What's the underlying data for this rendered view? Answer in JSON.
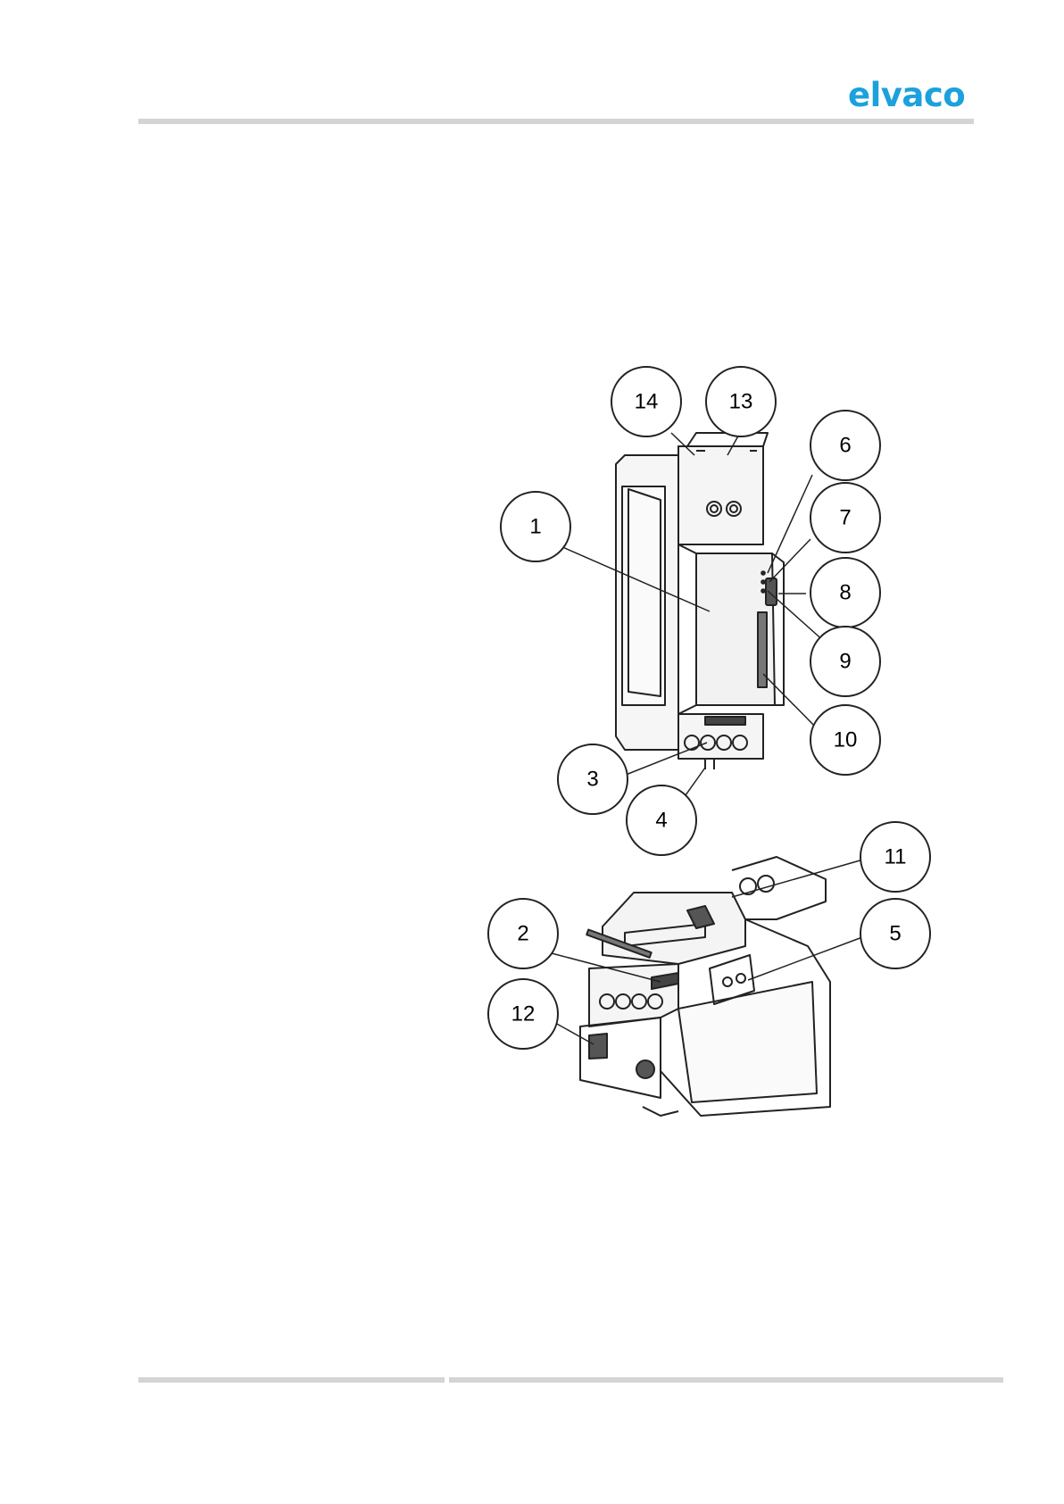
{
  "header": {
    "logo_text": "elvaco",
    "logo_color": "#1ba1dc"
  },
  "figure": {
    "callouts": [
      {
        "id": "1",
        "label": "1"
      },
      {
        "id": "2",
        "label": "2"
      },
      {
        "id": "3",
        "label": "3"
      },
      {
        "id": "4",
        "label": "4"
      },
      {
        "id": "5",
        "label": "5"
      },
      {
        "id": "6",
        "label": "6"
      },
      {
        "id": "7",
        "label": "7"
      },
      {
        "id": "8",
        "label": "8"
      },
      {
        "id": "9",
        "label": "9"
      },
      {
        "id": "10",
        "label": "10"
      },
      {
        "id": "11",
        "label": "11"
      },
      {
        "id": "12",
        "label": "12"
      },
      {
        "id": "13",
        "label": "13"
      },
      {
        "id": "14",
        "label": "14"
      }
    ]
  }
}
